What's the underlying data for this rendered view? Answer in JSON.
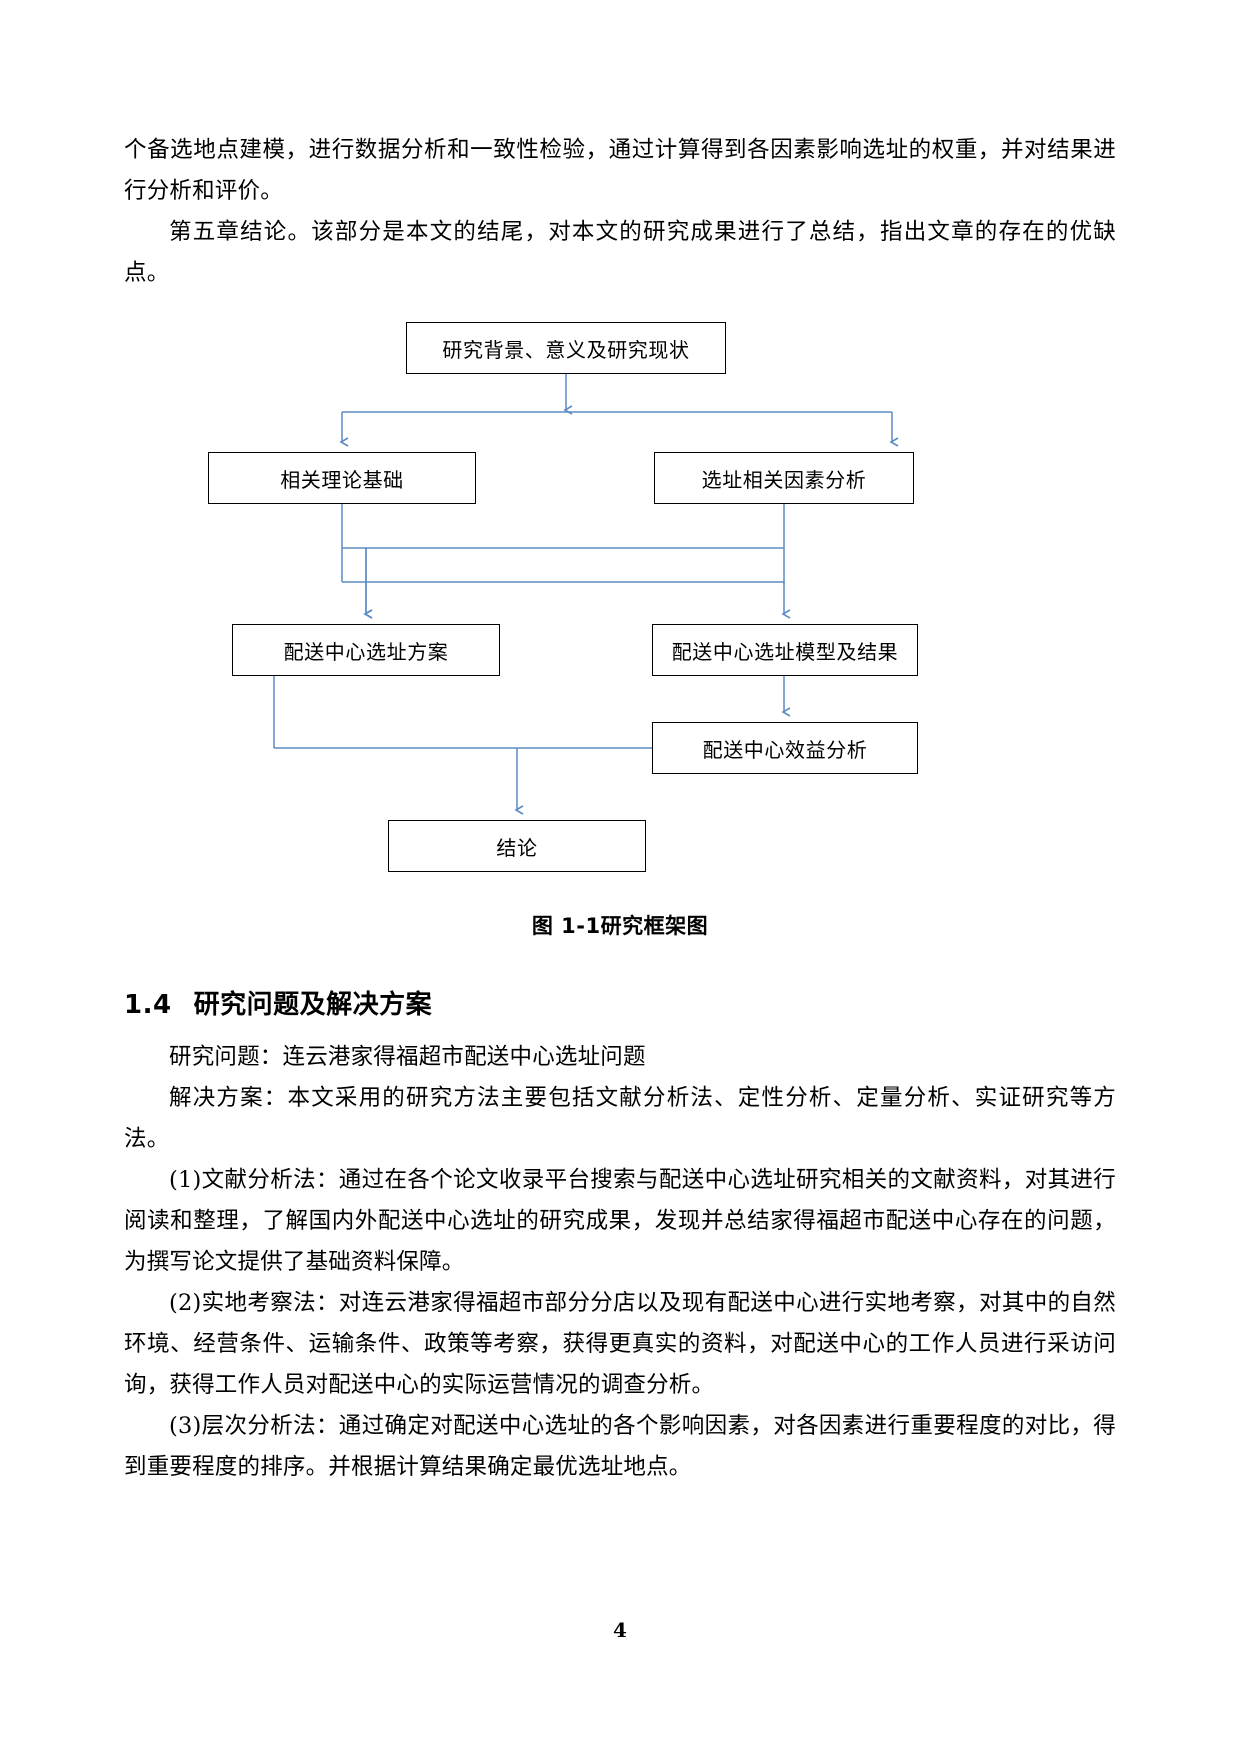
{
  "document": {
    "page_number": "4",
    "paragraphs_before_figure": [
      "个备选地点建模，进行数据分析和一致性检验，通过计算得到各因素影响选址的权重，并对结果进行分析和评价。",
      "第五章结论。该部分是本文的结尾，对本文的研究成果进行了总结，指出文章的存在的优缺点。"
    ],
    "figure": {
      "caption": "图  1-1研究框架图",
      "boxes": {
        "top": "研究背景、意义及研究现状",
        "theory": "相关理论基础",
        "factor": "选址相关因素分析",
        "plan": "配送中心选址方案",
        "model": "配送中心选址模型及结果",
        "benefit": "配送中心效益分析",
        "conclusion": "结论"
      },
      "connector_color": "#5b8bc4",
      "box_border_color": "#000000"
    },
    "section": {
      "number": "1.4",
      "title": "研究问题及解决方案"
    },
    "paragraphs_after_figure": [
      "研究问题：连云港家得福超市配送中心选址问题",
      "解决方案：本文采用的研究方法主要包括文献分析法、定性分析、定量分析、实证研究等方法。",
      "(1)文献分析法：通过在各个论文收录平台搜索与配送中心选址研究相关的文献资料，对其进行阅读和整理，了解国内外配送中心选址的研究成果，发现并总结家得福超市配送中心存在的问题，为撰写论文提供了基础资料保障。",
      "(2)实地考察法：对连云港家得福超市部分分店以及现有配送中心进行实地考察，对其中的自然环境、经营条件、运输条件、政策等考察，获得更真实的资料，对配送中心的工作人员进行采访问询，获得工作人员对配送中心的实际运营情况的调查分析。",
      "(3)层次分析法：通过确定对配送中心选址的各个影响因素，对各因素进行重要程度的对比，得到重要程度的排序。并根据计算结果确定最优选址地点。"
    ]
  }
}
